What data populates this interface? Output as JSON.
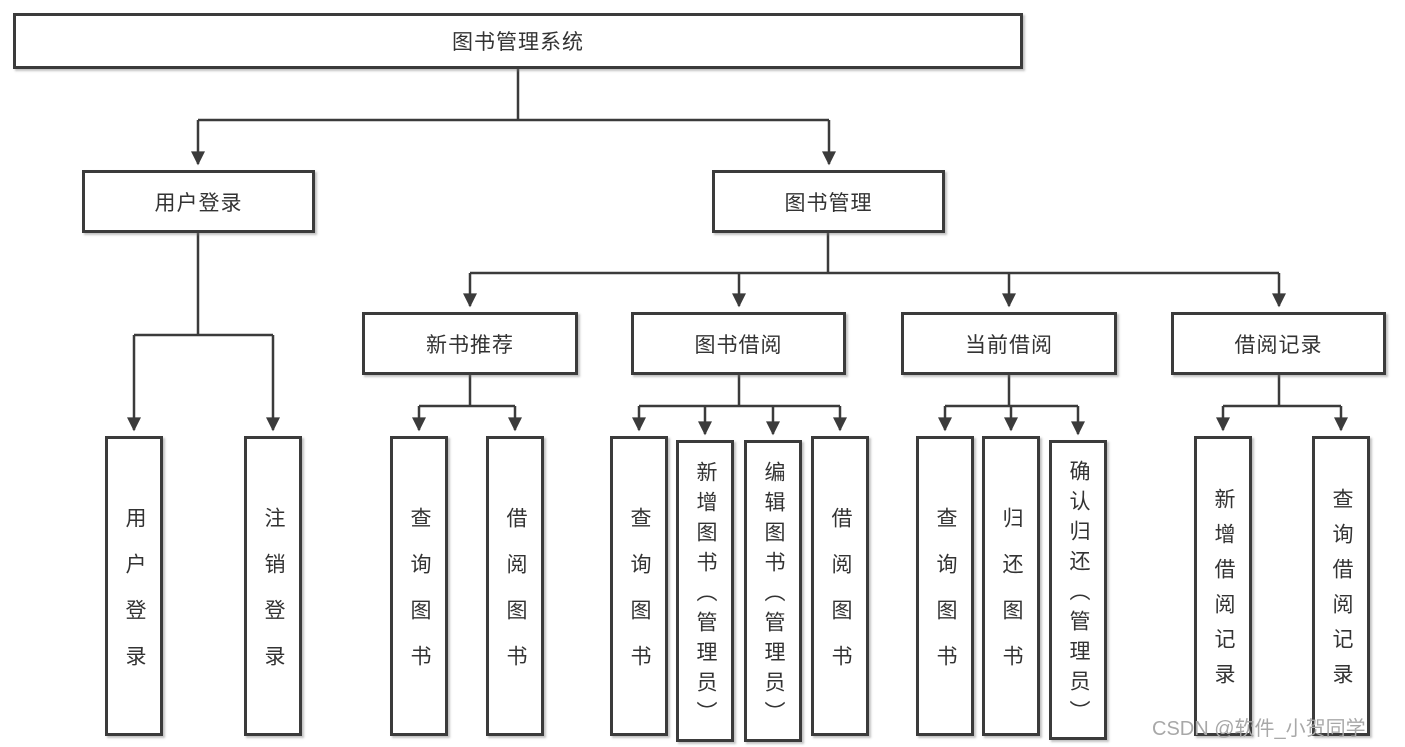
{
  "watermark": "CSDN @软件_小贺同学",
  "colors": {
    "line": "#3b3b3b",
    "text": "#333333",
    "box_background": "#ffffff",
    "watermark_text": "#a8a8a8"
  },
  "tree": {
    "label": "图书管理系统",
    "children": [
      {
        "label": "用户登录",
        "children": [
          {
            "label": "用户登录"
          },
          {
            "label": "注销登录"
          }
        ]
      },
      {
        "label": "图书管理",
        "children": [
          {
            "label": "新书推荐",
            "children": [
              {
                "label": "查询图书"
              },
              {
                "label": "借阅图书"
              }
            ]
          },
          {
            "label": "图书借阅",
            "children": [
              {
                "label": "查询图书"
              },
              {
                "label": "新增图书（管理员）"
              },
              {
                "label": "编辑图书（管理员）"
              },
              {
                "label": "借阅图书"
              }
            ]
          },
          {
            "label": "当前借阅",
            "children": [
              {
                "label": "查询图书"
              },
              {
                "label": "归还图书"
              },
              {
                "label": "确认归还（管理员）"
              }
            ]
          },
          {
            "label": "借阅记录",
            "children": [
              {
                "label": "新增借阅记录"
              },
              {
                "label": "查询借阅记录"
              }
            ]
          }
        ]
      }
    ]
  }
}
